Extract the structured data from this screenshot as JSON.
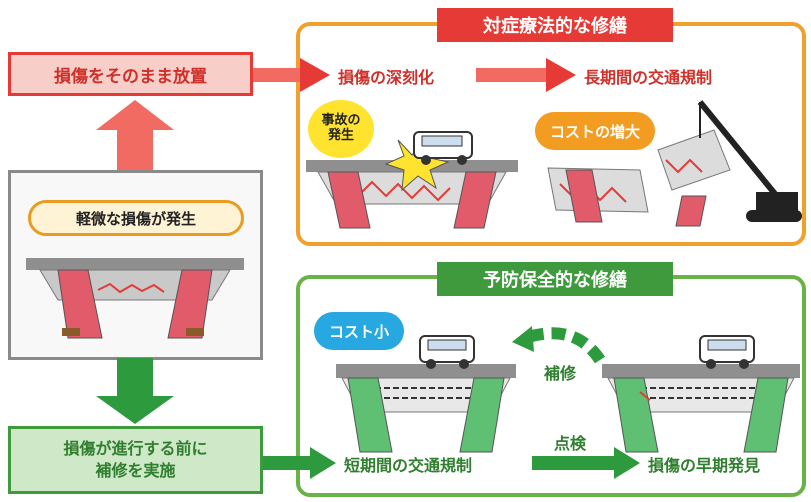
{
  "left": {
    "neglect": "損傷をそのまま放置",
    "minor_damage": "軽微な損傷が発生",
    "repair_line1": "損傷が進行する前に",
    "repair_line2": "補修を実施"
  },
  "top_panel": {
    "title": "対症療法的な修繕",
    "step1": "損傷の深刻化",
    "step2": "長期間の交通規制",
    "accident_line1": "事故の",
    "accident_line2": "発生",
    "cost": "コストの増大"
  },
  "bottom_panel": {
    "title": "予防保全的な修繕",
    "cost": "コスト小",
    "repair": "補修",
    "inspection": "点検",
    "step1": "短期間の交通規制",
    "step2": "損傷の早期発見"
  },
  "colors": {
    "red": "#e53a35",
    "orange": "#f1a02e",
    "green": "#3f9a3e",
    "light_green": "#69b246",
    "blue": "#28a8e0",
    "yellow": "#ffe32e"
  }
}
